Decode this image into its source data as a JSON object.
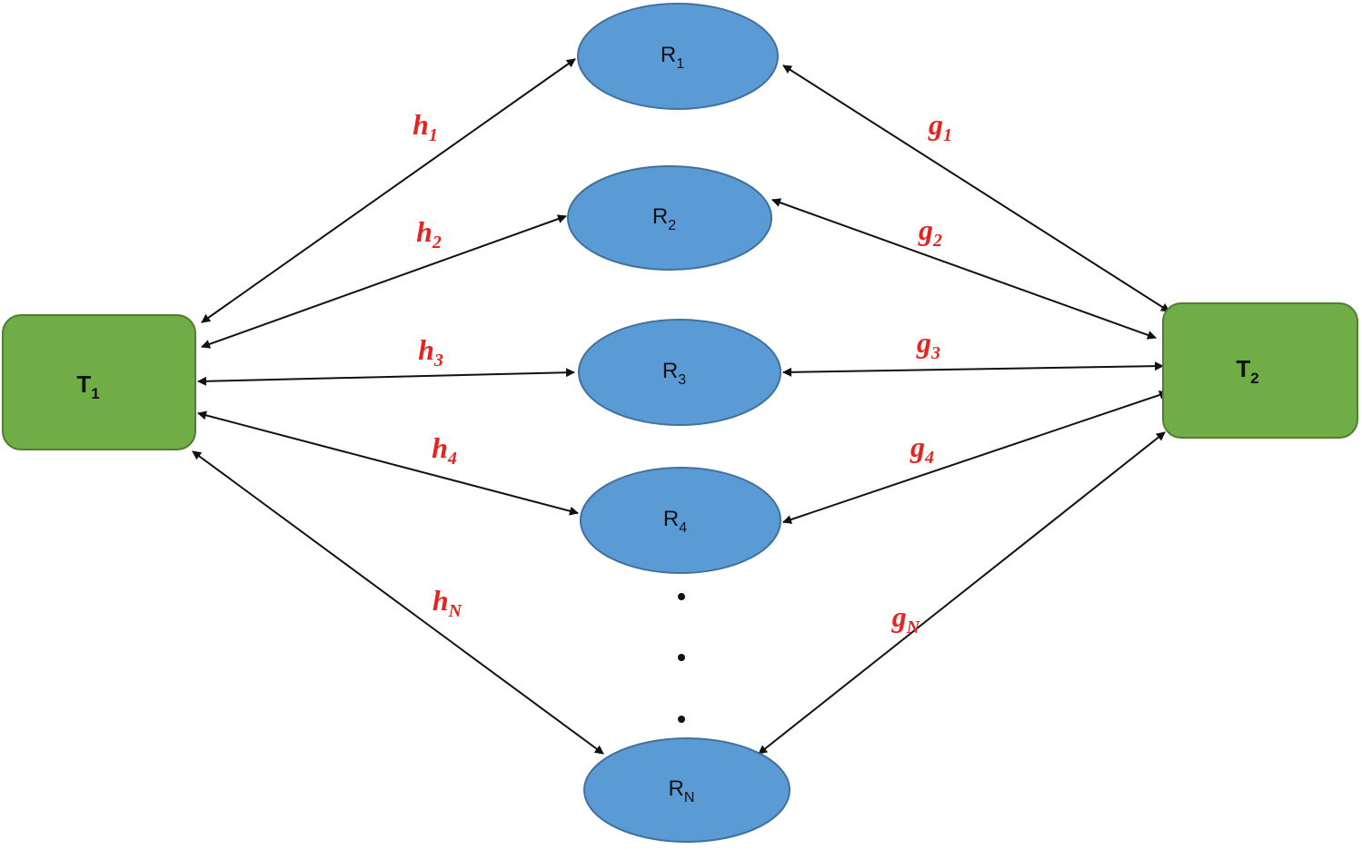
{
  "colors": {
    "terminal_fill": "#70AD47",
    "terminal_stroke": "#507E32",
    "relay_fill": "#5B9BD5",
    "relay_stroke": "#41719C",
    "label": "#E8231F",
    "edge": "#111111"
  },
  "terminals": [
    {
      "id": "T1",
      "base": "T",
      "sub": "1"
    },
    {
      "id": "T2",
      "base": "T",
      "sub": "2"
    }
  ],
  "relays": [
    {
      "id": "R1",
      "base": "R",
      "sub": "1"
    },
    {
      "id": "R2",
      "base": "R",
      "sub": "2"
    },
    {
      "id": "R3",
      "base": "R",
      "sub": "3"
    },
    {
      "id": "R4",
      "base": "R",
      "sub": "4"
    },
    {
      "id": "RN",
      "base": "R",
      "sub": "N"
    }
  ],
  "ellipsis": "⋮",
  "left_links": [
    {
      "base": "h",
      "sub": "1",
      "to": "R1"
    },
    {
      "base": "h",
      "sub": "2",
      "to": "R2"
    },
    {
      "base": "h",
      "sub": "3",
      "to": "R3"
    },
    {
      "base": "h",
      "sub": "4",
      "to": "R4"
    },
    {
      "base": "h",
      "sub": "N",
      "to": "RN"
    }
  ],
  "right_links": [
    {
      "base": "g",
      "sub": "1",
      "to": "R1"
    },
    {
      "base": "g",
      "sub": "2",
      "to": "R2"
    },
    {
      "base": "g",
      "sub": "3",
      "to": "R3"
    },
    {
      "base": "g",
      "sub": "4",
      "to": "R4"
    },
    {
      "base": "g",
      "sub": "N",
      "to": "RN"
    }
  ]
}
